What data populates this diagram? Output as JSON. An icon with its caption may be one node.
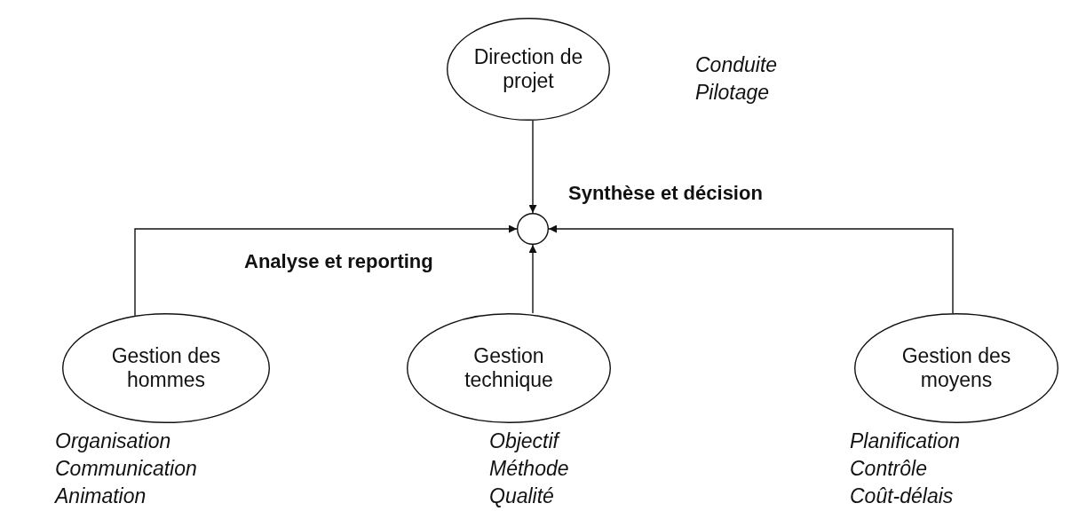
{
  "diagram": {
    "nodes": [
      {
        "text": [
          "Direction de projet"
        ],
        "beside": [
          "Conduite",
          "Pilotage"
        ]
      },
      {
        "text": [],
        "shape": "circle"
      },
      {
        "text": [
          "Gestion des hommes"
        ],
        "beside": [
          "Organisation",
          "Communication",
          "Animation"
        ]
      },
      {
        "text": [
          "Gestion technique"
        ],
        "beside": [
          "Objectif",
          "Méthode",
          "Qualité"
        ]
      },
      {
        "text": [
          "Gestion des moyens"
        ],
        "beside": [
          "Planification",
          "Contrôle",
          "Coût-délais"
        ]
      }
    ],
    "edges": [
      {
        "from": 0,
        "to": 1,
        "arrow": "to"
      },
      {
        "from": 2,
        "to": 1,
        "arrow": "to"
      },
      {
        "from": 3,
        "to": 1,
        "arrow": "to"
      },
      {
        "from": 4,
        "to": 1,
        "arrow": "to"
      }
    ],
    "labels": [
      "Synthèse et décision",
      "Analyse et reporting"
    ]
  }
}
